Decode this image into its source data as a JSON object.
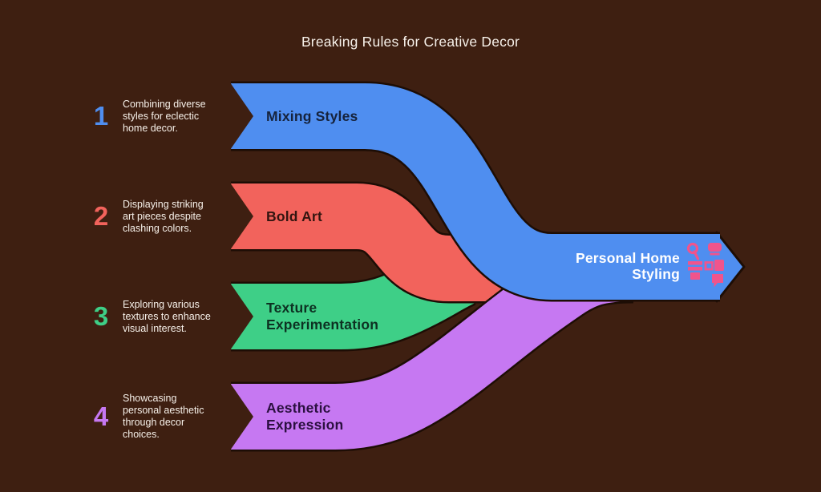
{
  "title": "Breaking Rules for Creative Decor",
  "background_color": "#3e1f11",
  "outline_color": "#1d0d05",
  "text_light": "#f7f1ea",
  "items": [
    {
      "number": "1",
      "label": "Mixing Styles",
      "description": "Combining diverse\nstyles for eclectic\nhome decor.",
      "color": "#4f8ef0",
      "label_color": "#16233c"
    },
    {
      "number": "2",
      "label": "Bold Art",
      "description": "Displaying striking\nart pieces despite\nclashing colors.",
      "color": "#f2635c",
      "label_color": "#331510"
    },
    {
      "number": "3",
      "label": "Texture\nExperimentation",
      "description": "Exploring various\ntextures to enhance\nvisual interest.",
      "color": "#3ecf87",
      "label_color": "#0d3122"
    },
    {
      "number": "4",
      "label": "Aesthetic\nExpression",
      "description": "Showcasing\npersonal aesthetic\nthrough decor\nchoices.",
      "color": "#c678f2",
      "label_color": "#2b1040"
    }
  ],
  "result": {
    "label": "Personal Home\nStyling",
    "color": "#4f8ef0",
    "text_color": "#ffffff",
    "icon": "furniture-styling-icon",
    "icon_color": "#f0548c"
  }
}
